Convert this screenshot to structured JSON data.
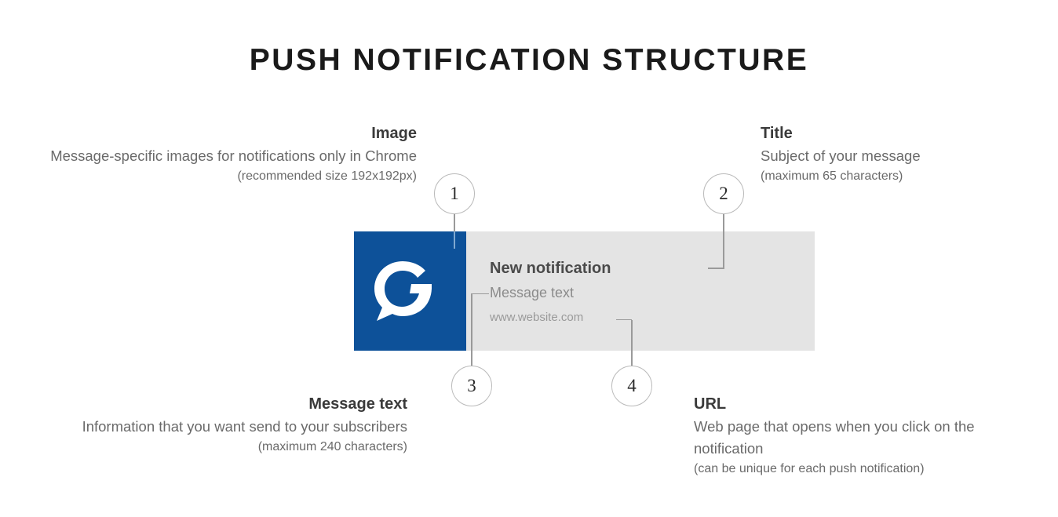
{
  "page": {
    "title": "PUSH NOTIFICATION STRUCTURE",
    "accent_blue": "#0d5199",
    "card_background": "#e4e4e4",
    "body_text_color": "#6a6a6a",
    "heading_text_color": "#3a3a3a"
  },
  "annotations": {
    "image": {
      "number": "1",
      "heading": "Image",
      "body": "Message-specific images for notifications only in Chrome",
      "note": "(recommended size 192x192px)"
    },
    "title": {
      "number": "2",
      "heading": "Title",
      "body": "Subject of your message",
      "note": "(maximum 65 characters)"
    },
    "message": {
      "number": "3",
      "heading": "Message text",
      "body": "Information that you want send to your subscribers",
      "note": "(maximum 240 characters)"
    },
    "url": {
      "number": "4",
      "heading": "URL",
      "body": "Web page that opens when you click on the notification",
      "note": "(can be unique for each push notification)"
    }
  },
  "notification": {
    "title": "New notification",
    "message": "Message text",
    "url": "www.website.com",
    "logo_letter": "G"
  }
}
